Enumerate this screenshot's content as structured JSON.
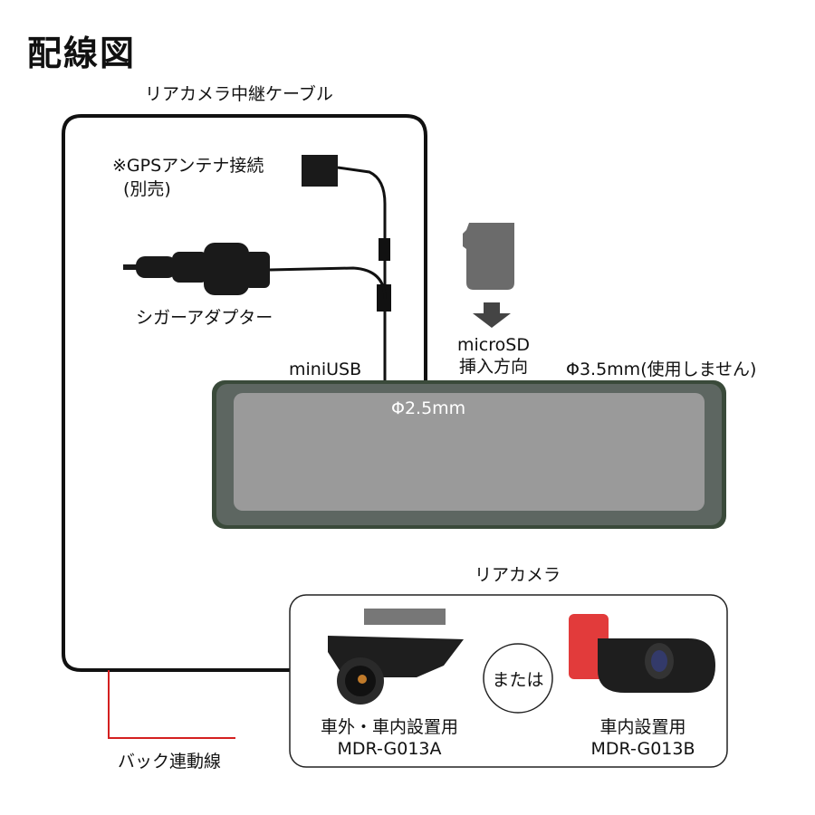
{
  "title": "配線図",
  "labels": {
    "rear_cable": "リアカメラ中継ケーブル",
    "gps_line1": "※GPSアンテナ接続",
    "gps_line2": "(別売)",
    "cigar": "シガーアダプター",
    "miniusb": "miniUSB",
    "microsd_line1": "microSD",
    "microsd_line2": "挿入方向",
    "phi35": "Φ3.5mm(使用しません)",
    "phi25": "Φ2.5mm",
    "rear_camera": "リアカメラ",
    "or": "または",
    "cam_a_line1": "車外・車内設置用",
    "cam_a_line2": "MDR-G013A",
    "cam_b_line1": "車内設置用",
    "cam_b_line2": "MDR-G013B",
    "back_wire": "バック連動線"
  },
  "colors": {
    "cable": "#111111",
    "back_wire": "#d42020",
    "mirror_frame": "#3a4a3a",
    "mirror_screen": "#9a9a9a",
    "sd_card": "#6b6b6b",
    "cam_b_pad": "#e23b3b"
  },
  "icons": [
    "gps-connector-icon",
    "cigar-adapter-icon",
    "microsd-card-icon",
    "down-arrow-icon",
    "mirror-monitor-icon",
    "rear-camera-a-icon",
    "rear-camera-b-icon"
  ]
}
